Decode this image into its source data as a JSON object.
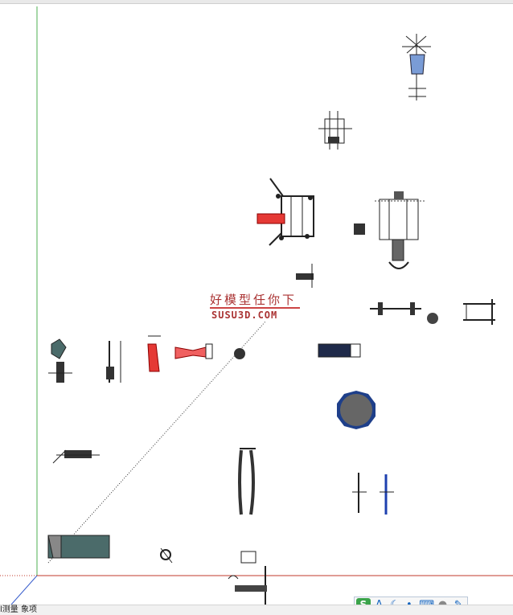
{
  "viewport": {
    "axis_colors": {
      "green": "#4caf50",
      "red": "#c0392b",
      "blue": "#3a5fcd"
    }
  },
  "watermark": {
    "cn": "好模型任你下",
    "en": "SUSU3D.COM"
  },
  "statusbar": {
    "text": "l测量 象项"
  },
  "ime_toolbar": {
    "logo_label": "S",
    "mode_label": "A",
    "items": [
      "moon-icon",
      "punctuation-icon",
      "keyboard-icon",
      "user-icon",
      "wrench-icon"
    ]
  }
}
